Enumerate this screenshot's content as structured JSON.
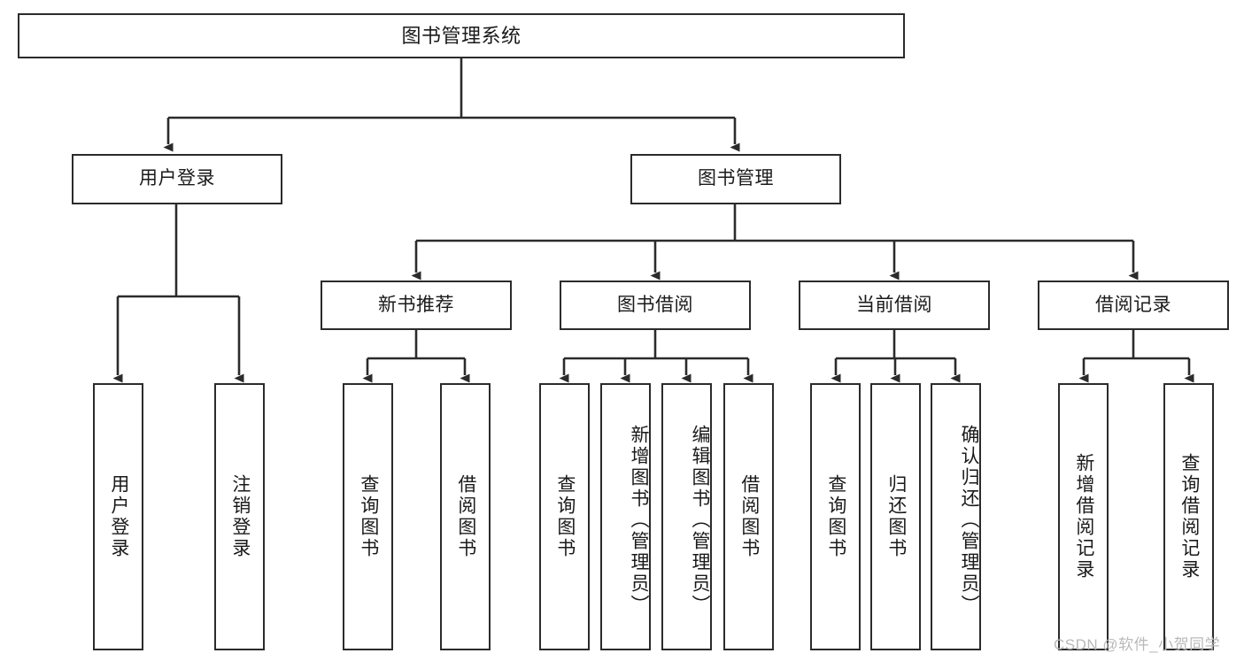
{
  "diagram": {
    "title": "图书管理系统",
    "type": "tree-hierarchy-chart",
    "root": {
      "label": "图书管理系统"
    },
    "level1": [
      {
        "label": "用户登录"
      },
      {
        "label": "图书管理"
      }
    ],
    "level2": [
      {
        "label": "新书推荐"
      },
      {
        "label": "图书借阅"
      },
      {
        "label": "当前借阅"
      },
      {
        "label": "借阅记录"
      }
    ],
    "leaves": {
      "user_login": [
        {
          "label": "用户登录"
        },
        {
          "label": "注销登录"
        }
      ],
      "new_book_recommend": [
        {
          "label": "查询图书"
        },
        {
          "label": "借阅图书"
        }
      ],
      "book_borrow": [
        {
          "label": "查询图书"
        },
        {
          "label": "新增图书（管理员）"
        },
        {
          "label": "编辑图书（管理员）"
        },
        {
          "label": "借阅图书"
        }
      ],
      "current_borrow": [
        {
          "label": "查询图书"
        },
        {
          "label": "归还图书"
        },
        {
          "label": "确认归还（管理员）"
        }
      ],
      "borrow_records": [
        {
          "label": "新增借阅记录"
        },
        {
          "label": "查询借阅记录"
        }
      ]
    }
  },
  "watermark": {
    "text": "CSDN @软件_小贺同学"
  },
  "colors": {
    "stroke": "#2b2b2b",
    "background": "#ffffff",
    "text": "#1a1a1a",
    "watermark": "#b9b9b9"
  }
}
